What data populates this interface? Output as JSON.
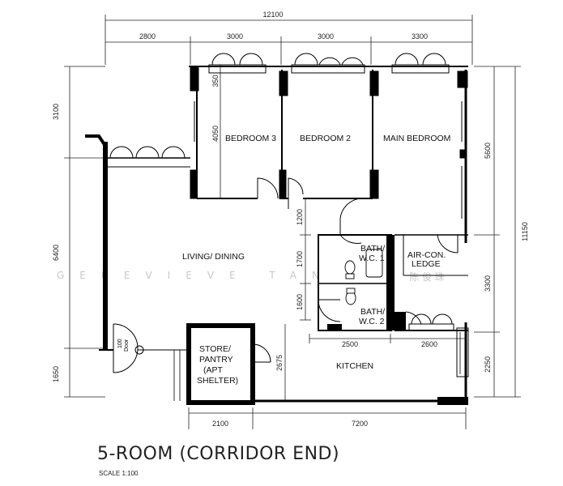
{
  "plan": {
    "title": "5-ROOM (CORRIDOR END)",
    "scale": "SCALE  1:100",
    "watermark": "GENEVIEVE TAN",
    "watermark_cjk": "陈 俊 珠"
  },
  "rooms": {
    "bedroom3": "BEDROOM 3",
    "bedroom2": "BEDROOM 2",
    "main_bedroom": "MAIN BEDROOM",
    "living_dining": "LIVING/ DINING",
    "bath1_line1": "BATH/",
    "bath1_line2": "W.C. 1",
    "bath2_line1": "BATH/",
    "bath2_line2": "W.C. 2",
    "aircon_line1": "AIR-CON.",
    "aircon_line2": "LEDGE",
    "store_line1": "STORE/",
    "store_line2": "PANTRY",
    "store_line3": "(APT",
    "store_line4": "SHELTER)",
    "kitchen": "KITCHEN",
    "door_label_1": "100",
    "door_label_2": "Door"
  },
  "dimensions": {
    "overall_width": "12100",
    "top_1": "2800",
    "top_2": "3000",
    "top_3": "3000",
    "top_4": "3300",
    "left_1": "3100",
    "left_2": "6400",
    "left_3": "1650",
    "right_overall": "11150",
    "right_1": "5600",
    "right_2": "3300",
    "right_3": "2250",
    "bed3_closet": "350",
    "bed3_height": "4050",
    "inner_1200": "1200",
    "inner_1700": "1700",
    "inner_1600": "1600",
    "inner_2500": "2500",
    "inner_2600": "2600",
    "store_height": "2675",
    "bottom_1": "2100",
    "bottom_2": "7200"
  }
}
